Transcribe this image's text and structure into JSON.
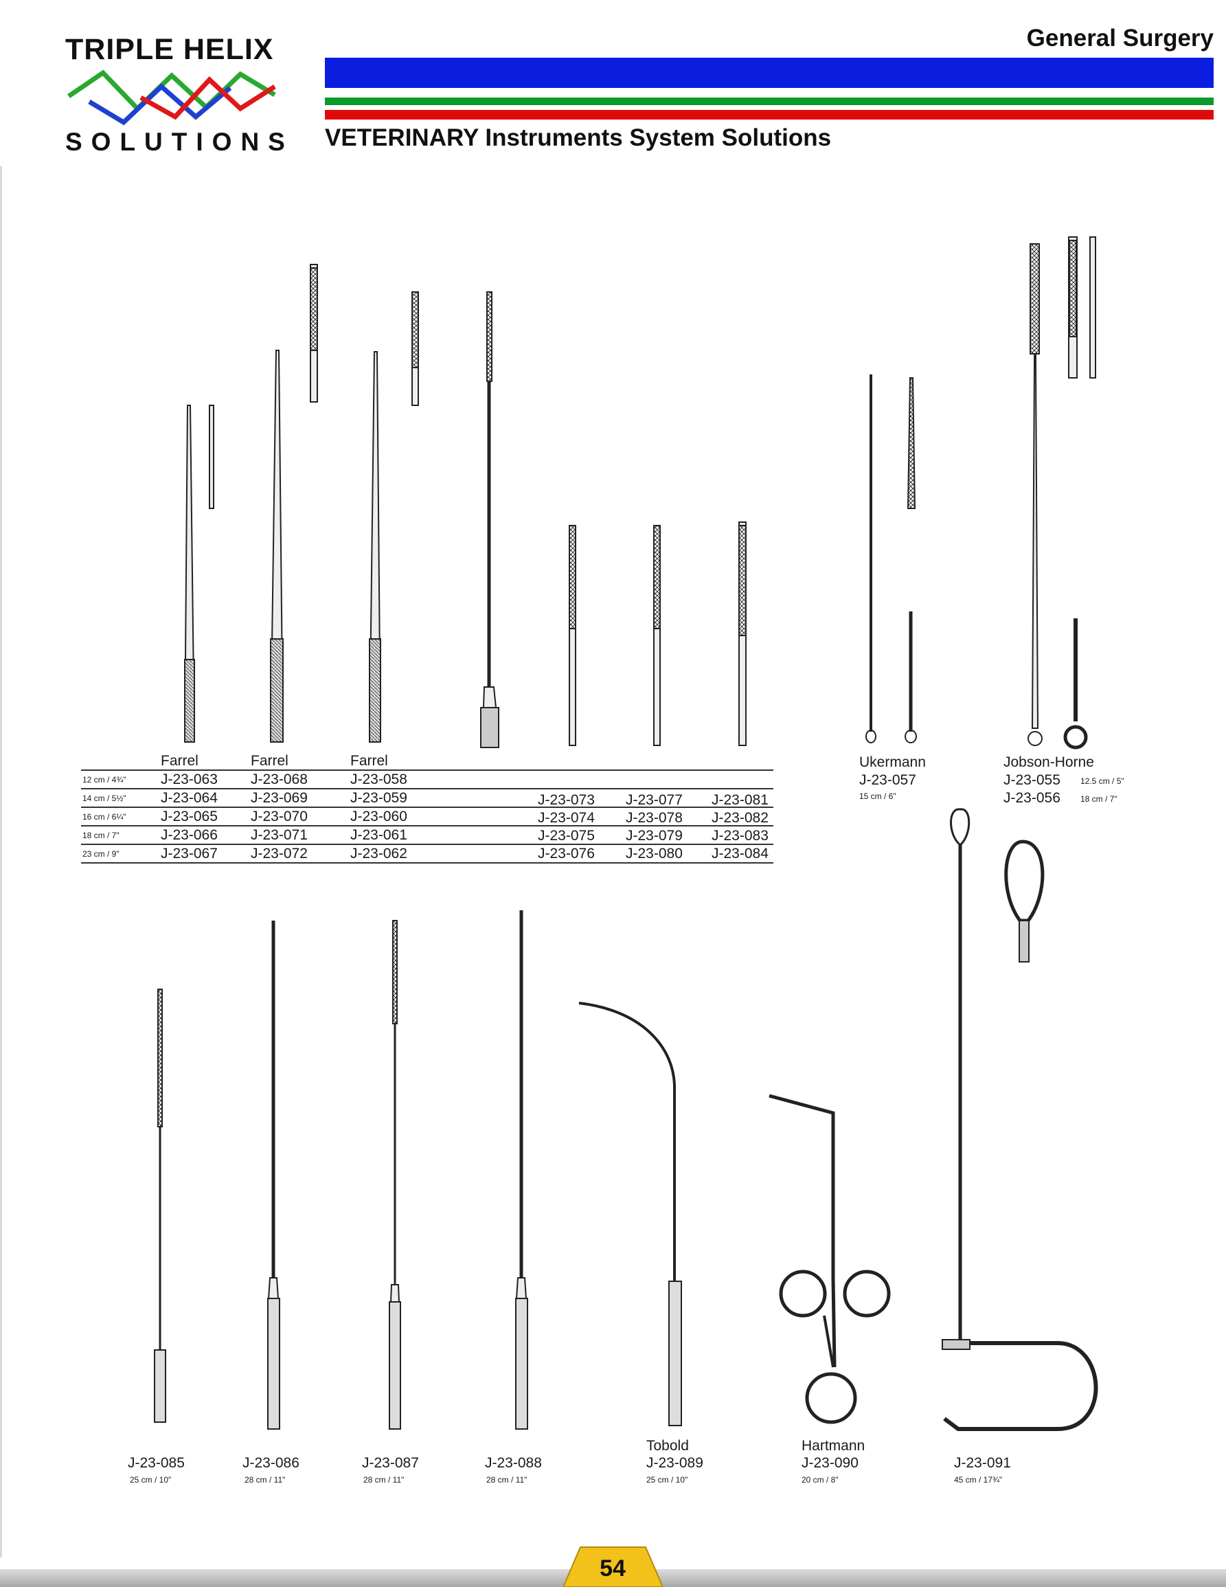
{
  "brand": {
    "name_line1": "TRIPLE HELIX",
    "name_line2": "SOLUTIONS",
    "colors": {
      "green": "#2aa832",
      "blue": "#2040d0",
      "red": "#e01818"
    }
  },
  "header": {
    "section": "General Surgery",
    "tagline": "VETERINARY Instruments System Solutions",
    "bar_colors": {
      "blue": "#0b1ee0",
      "green": "#0a9a2a",
      "red": "#e00a0a"
    }
  },
  "farrel_table": {
    "headers": [
      "Farrel",
      "Farrel",
      "Farrel"
    ],
    "sizes": [
      "12 cm / 4¾\"",
      "14 cm / 5½\"",
      "16 cm / 6¼\"",
      "18 cm / 7\"",
      "23 cm / 9\""
    ],
    "col1": [
      "J-23-063",
      "J-23-064",
      "J-23-065",
      "J-23-066",
      "J-23-067"
    ],
    "col2": [
      "J-23-068",
      "J-23-069",
      "J-23-070",
      "J-23-071",
      "J-23-072"
    ],
    "col3": [
      "J-23-058",
      "J-23-059",
      "J-23-060",
      "J-23-061",
      "J-23-062"
    ],
    "col4": [
      "J-23-073",
      "J-23-074",
      "J-23-075",
      "J-23-076"
    ],
    "col5": [
      "J-23-077",
      "J-23-078",
      "J-23-079",
      "J-23-080"
    ],
    "col6": [
      "J-23-081",
      "J-23-082",
      "J-23-083",
      "J-23-084"
    ]
  },
  "ukermann": {
    "name": "Ukermann",
    "code": "J-23-057",
    "size": "15 cm / 6\""
  },
  "jobson": {
    "name": "Jobson-Horne",
    "code1": "J-23-055",
    "size1": "12.5 cm / 5\"",
    "code2": "J-23-056",
    "size2": "18 cm / 7\""
  },
  "bottom_items": [
    {
      "name": "",
      "code": "J-23-085",
      "size": "25 cm / 10\""
    },
    {
      "name": "",
      "code": "J-23-086",
      "size": "28 cm / 11\""
    },
    {
      "name": "",
      "code": "J-23-087",
      "size": "28 cm / 11\""
    },
    {
      "name": "",
      "code": "J-23-088",
      "size": "28 cm / 11\""
    },
    {
      "name": "Tobold",
      "code": "J-23-089",
      "size": "25 cm / 10\""
    },
    {
      "name": "Hartmann",
      "code": "J-23-090",
      "size": "20 cm / 8\""
    },
    {
      "name": "",
      "code": "J-23-091",
      "size": "45 cm / 17¾\""
    }
  ],
  "footer": {
    "page_number": "54",
    "tab_color": "#f2c21b"
  }
}
